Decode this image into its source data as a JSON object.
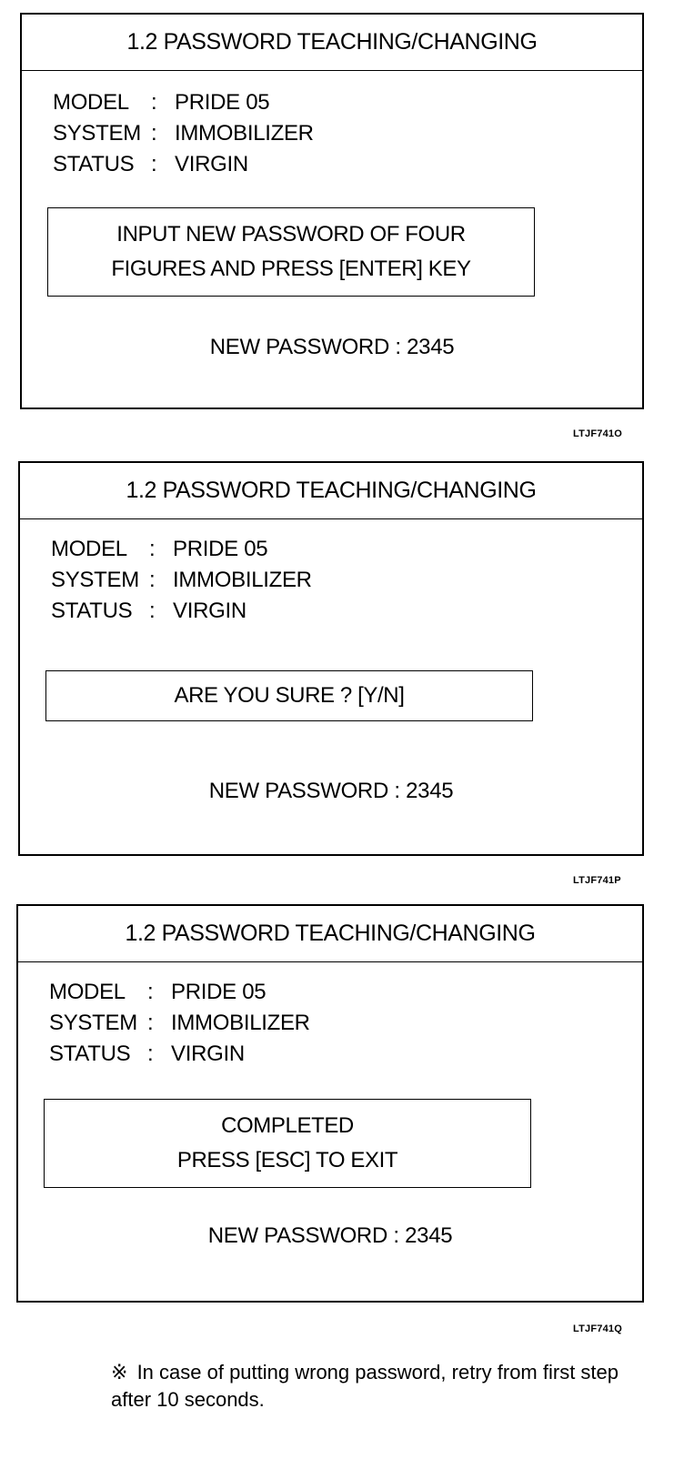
{
  "screens": [
    {
      "title": "1.2  PASSWORD TEACHING/CHANGING",
      "info": [
        {
          "key": "MODEL",
          "sep": ":",
          "value": "PRIDE 05"
        },
        {
          "key": "SYSTEM",
          "sep": ":",
          "value": "IMMOBILIZER"
        },
        {
          "key": "STATUS",
          "sep": ":",
          "value": "VIRGIN"
        }
      ],
      "message_lines": [
        "INPUT NEW PASSWORD OF FOUR",
        "FIGURES AND PRESS [ENTER] KEY"
      ],
      "password_label": "NEW PASSWORD : 2345",
      "figure_code": "LTJF741O"
    },
    {
      "title": "1.2  PASSWORD TEACHING/CHANGING",
      "info": [
        {
          "key": "MODEL",
          "sep": ":",
          "value": "PRIDE 05"
        },
        {
          "key": "SYSTEM",
          "sep": ":",
          "value": "IMMOBILIZER"
        },
        {
          "key": "STATUS",
          "sep": ":",
          "value": "VIRGIN"
        }
      ],
      "message_lines": [
        "ARE YOU SURE ? [Y/N]"
      ],
      "password_label": "NEW PASSWORD :  2345",
      "figure_code": "LTJF741P"
    },
    {
      "title": "1.2  PASSWORD TEACHING/CHANGING",
      "info": [
        {
          "key": "MODEL",
          "sep": ":",
          "value": "PRIDE 05"
        },
        {
          "key": "SYSTEM",
          "sep": ":",
          "value": "IMMOBILIZER"
        },
        {
          "key": "STATUS",
          "sep": ":",
          "value": "VIRGIN"
        }
      ],
      "message_lines": [
        "COMPLETED",
        "PRESS [ESC] TO EXIT"
      ],
      "password_label": "NEW PASSWORD : 2345",
      "figure_code": "LTJF741Q"
    }
  ],
  "note": {
    "mark": "※",
    "text": "In case of putting wrong password, retry from first step after 10 seconds."
  }
}
